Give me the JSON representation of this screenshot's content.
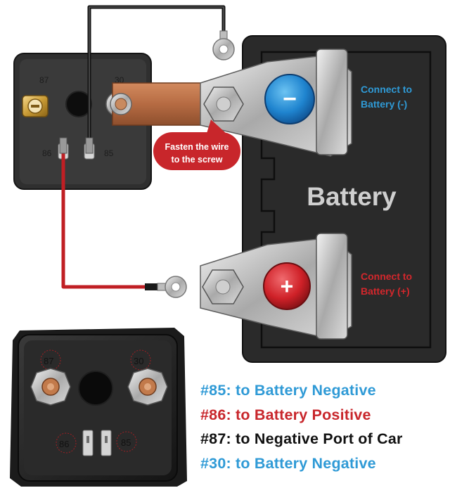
{
  "colors": {
    "negative_blue": "#2f9ad6",
    "positive_red": "#c8262b",
    "wire_red": "#d3272c",
    "battery_body": "#2b2b2b",
    "legend_87": "#111111"
  },
  "relay_top": {
    "pin_labels": {
      "p87": "87",
      "p30": "30",
      "p86": "86",
      "p85": "85"
    }
  },
  "battery": {
    "label": "Battery",
    "negative_symbol": "−",
    "positive_symbol": "+",
    "negative_caption": [
      "Connect to",
      "Battery (-)"
    ],
    "positive_caption": [
      "Connect to",
      "Battery (+)"
    ]
  },
  "callout": {
    "lines": [
      "Fasten the wire",
      "to the screw"
    ]
  },
  "relay_photo": {
    "pin_labels": {
      "p87": "87",
      "p30": "30",
      "p86": "86",
      "p85": "85"
    }
  },
  "legend": [
    {
      "num": "#85:",
      "text": "to Battery Negative",
      "color": "#2f9ad6"
    },
    {
      "num": "#86:",
      "text": "to Battery Positive",
      "color": "#c8262b"
    },
    {
      "num": "#87:",
      "text": "to Negative Port of Car",
      "color": "#111111"
    },
    {
      "num": "#30:",
      "text": "to Battery Negative",
      "color": "#2f9ad6"
    }
  ]
}
